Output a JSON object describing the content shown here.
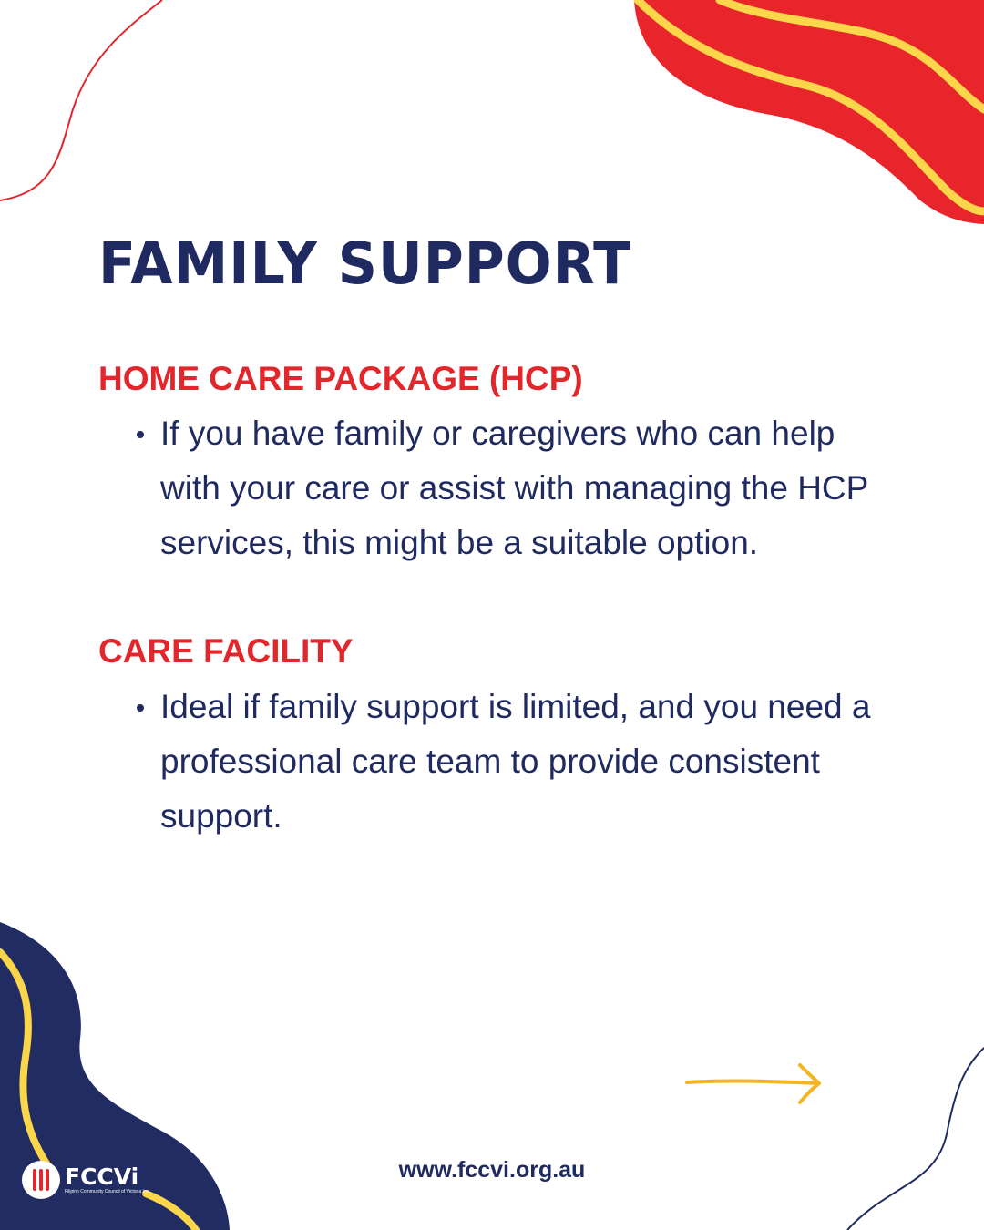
{
  "title": "FAMILY SUPPORT",
  "sections": [
    {
      "heading": "HOME CARE PACKAGE (HCP)",
      "bullets": [
        "If you have family or caregivers who can help with your care or assist with managing the HCP services, this might be a suitable option."
      ]
    },
    {
      "heading": "CARE FACILITY",
      "bullets": [
        "Ideal if family support is limited, and you need a professional care team to provide consistent support."
      ]
    }
  ],
  "footer": {
    "website": "www.fccvi.org.au",
    "logo_name": "FCCVi",
    "logo_tagline": "Filipino Community Council of Victoria Inc."
  },
  "colors": {
    "navy": "#1f2a60",
    "red": "#e1262c",
    "yellow": "#fbd54a",
    "arrow": "#f2b526",
    "background": "#ffffff"
  },
  "icons": {
    "next": "right-arrow-icon",
    "logo": "fccvi-logo-icon"
  }
}
